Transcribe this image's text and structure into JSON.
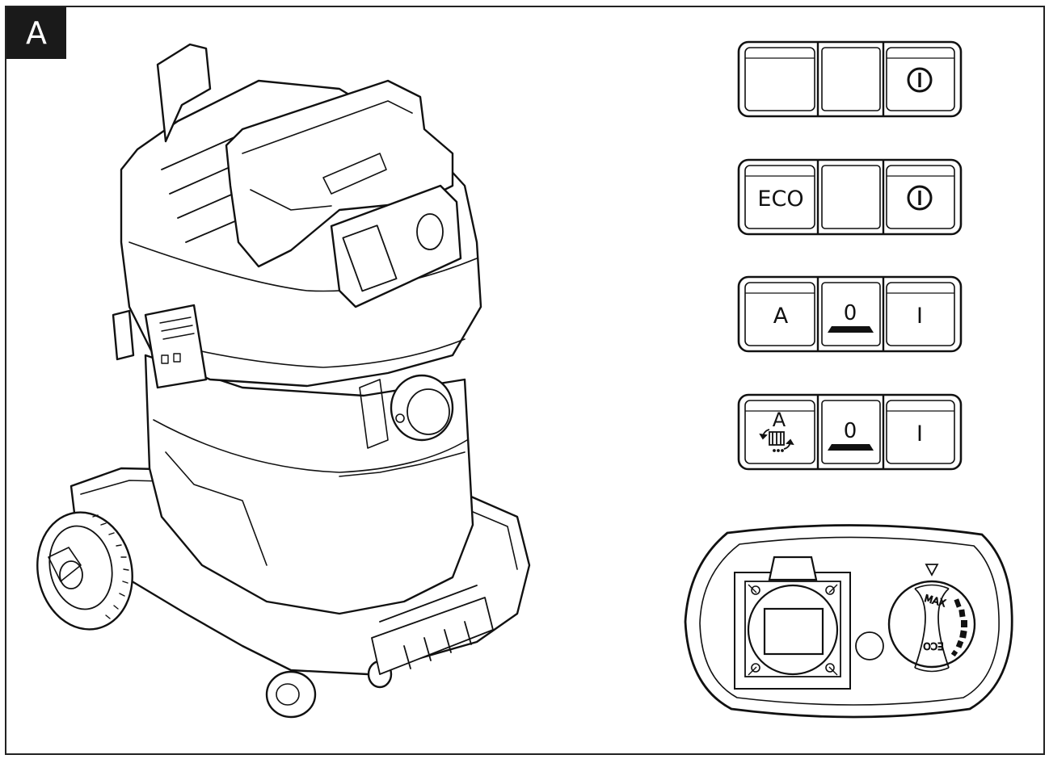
{
  "figure": {
    "label": "A"
  },
  "switch_panels": [
    {
      "left": "",
      "middle": "",
      "right_symbol": "power-icon"
    },
    {
      "left": "ECO",
      "middle": "",
      "right_symbol": "power-icon"
    },
    {
      "left": "A",
      "middle": "0",
      "right": "I"
    },
    {
      "left": "A",
      "middle": "0",
      "right": "I",
      "left_symbol": "rotating-filter-icon"
    }
  ],
  "control_panel": {
    "dial_max": "MAX",
    "dial_min": "ECO",
    "pointer_symbol": "triangle-marker-icon"
  }
}
